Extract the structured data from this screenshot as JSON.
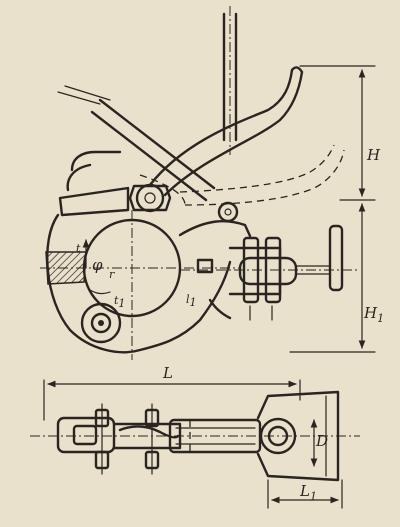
{
  "drawing": {
    "dimensions": {
      "H": "H",
      "H1": "H",
      "H1_sub": "1",
      "L": "L",
      "L1": "L",
      "L1_sub": "1",
      "D": "D",
      "phi": "φ",
      "r": "r",
      "t": "t",
      "t1": "t",
      "t1_sub": "1",
      "l1": "l",
      "l1_sub": "1"
    }
  }
}
